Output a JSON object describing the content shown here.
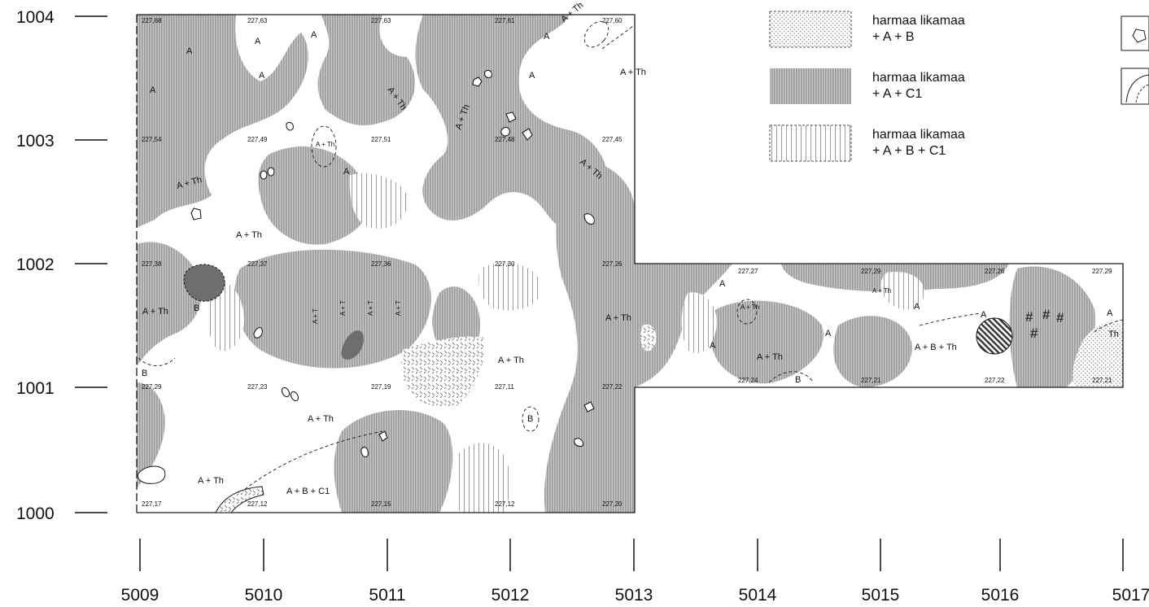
{
  "axes": {
    "y_ticks": [
      "1004",
      "1003",
      "1002",
      "1001",
      "1000"
    ],
    "x_ticks": [
      "5009",
      "5010",
      "5011",
      "5012",
      "5013",
      "5014",
      "5015",
      "5016",
      "5017"
    ]
  },
  "elevations": [
    "227,68",
    "227,63",
    "227,63",
    "227,61",
    "227,60",
    "227,54",
    "227,49",
    "227,51",
    "227,48",
    "227,45",
    "227,38",
    "227,37",
    "227,36",
    "227,30",
    "227,26",
    "227,27",
    "227,29",
    "227,26",
    "227,29",
    "227,29",
    "227,23",
    "227,19",
    "227,11",
    "227,22",
    "227,24",
    "227,21",
    "227,22",
    "227,21",
    "227,17",
    "227,12",
    "227,15",
    "227,12",
    "227,20"
  ],
  "zone_labels": [
    "A",
    "A",
    "A",
    "A",
    "A + Th",
    "A + Th",
    "A + Th",
    "A + Th",
    "A + Th",
    "A + Th",
    "A + Th",
    "A + Th",
    "A + Th",
    "A + Th",
    "A + Th",
    "A + Th",
    "A + Th",
    "A + Th",
    "A + Th",
    "A + Th",
    "A + T",
    "A + T",
    "A + T",
    "A + T",
    "A",
    "B",
    "B",
    "A + B + C1",
    "B",
    "A",
    "A",
    "A",
    "A",
    "A",
    "A",
    "B",
    "A + B + Th",
    "A",
    "Th",
    "A",
    "A"
  ],
  "special_symbol": "#",
  "legend": [
    {
      "pattern": "dots",
      "line1": "harmaa likamaa",
      "line2": "+ A + B"
    },
    {
      "pattern": "dense-vertical",
      "line1": "harmaa likamaa",
      "line2": "+ A + C1"
    },
    {
      "pattern": "sparse-vertical",
      "line1": "harmaa likamaa",
      "line2": "+ A + B + C1"
    }
  ],
  "legend_icons": [
    "stone-outline-icon",
    "pit-outline-icon"
  ],
  "colors": {
    "gray_fill": "#bdbdbd",
    "gray_dark": "#6e6e6e",
    "stripe": "#a9a9a9",
    "outline": "#1a1a1a"
  }
}
